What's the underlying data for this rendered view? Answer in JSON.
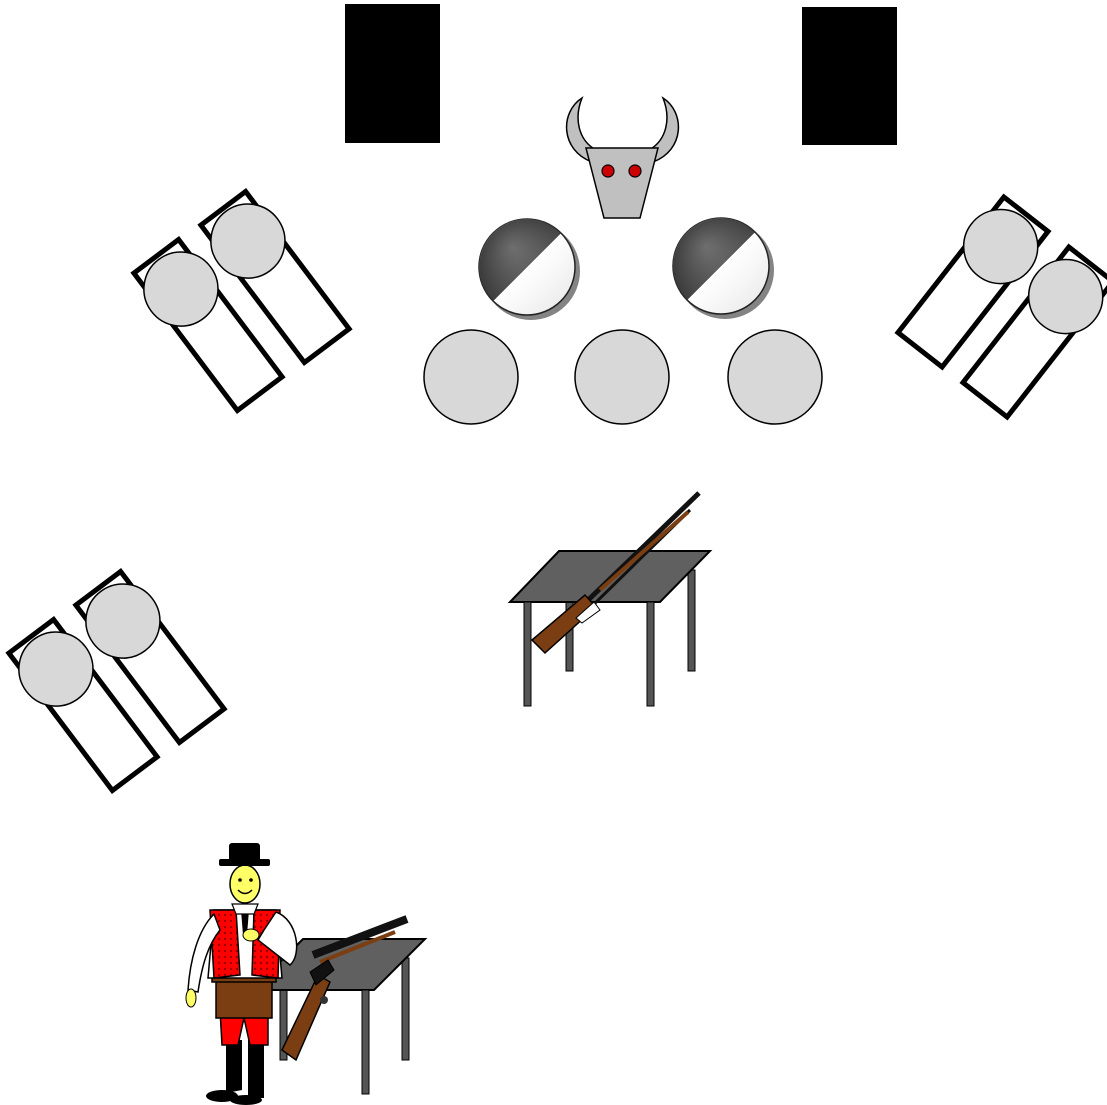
{
  "scene": {
    "background": "#ffffff",
    "colors": {
      "black": "#000000",
      "target_fill": "#d8d8d8",
      "stone_gray": "#c0c0c0",
      "table_top": "#606060",
      "table_leg": "#555555",
      "rifle_wood": "#7a3e12",
      "rifle_metal": "#111111",
      "eye_red": "#cc0000",
      "face_yellow": "#ffff66",
      "vest_red": "#ff0000",
      "shirt_white": "#ffffff"
    },
    "items": {
      "black_panels": {
        "icon": "black-rectangle",
        "count": 2
      },
      "bull_skull": {
        "icon": "bull-skull"
      },
      "yin_discs": {
        "icon": "half-black-half-white-disc",
        "count": 2
      },
      "round_targets": {
        "icon": "gray-circle",
        "count": 3
      },
      "stand_groups": {
        "icon": "tilted-frame-with-circle",
        "count": 3
      },
      "rifle_tables": {
        "icon": "table-with-rifle",
        "count": 2
      },
      "shooter": {
        "icon": "cowboy-figure"
      }
    }
  }
}
